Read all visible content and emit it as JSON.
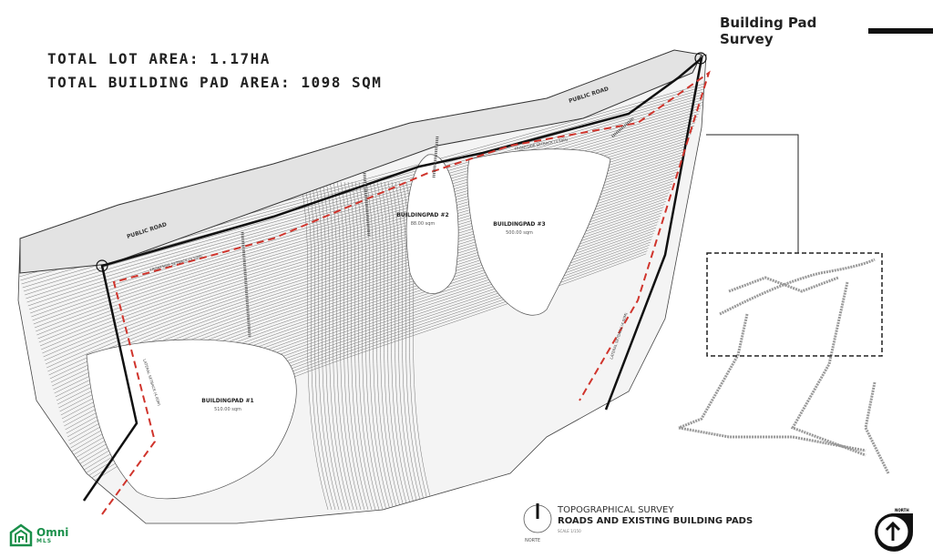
{
  "header": {
    "title": "Building Pad Survey"
  },
  "summary": {
    "total_lot_area": "TOTAL LOT AREA: 1.17HA",
    "total_pad_area": "TOTAL BUILDING PAD AREA: 1098 SQM"
  },
  "map": {
    "road_label_1": "PUBLIC ROAD",
    "road_label_2": "PUBLIC ROAD",
    "front_setback_1": "FRONTSIDE SETBACK (3.50M)",
    "front_setback_2": "FRONTSIDE SETBACK (3.50M)",
    "lateral_setback_1": "LATERAL SETBACK (4.00M)",
    "lateral_setback_2": "LATERAL SETBACK (4.00M)",
    "pads": [
      {
        "name": "BUILDINGPAD #1",
        "area": "510.00 sqm"
      },
      {
        "name": "BUILDINGPAD #2",
        "area": "88.00 sqm"
      },
      {
        "name": "BUILDINGPAD #3",
        "area": "500.00 sqm"
      }
    ],
    "colors": {
      "property_line": "#111111",
      "setback_line": "#d0342c",
      "road_fill": "#e6e6e6"
    }
  },
  "legend": {
    "subtitle": "TOPOGRAPHICAL SURVEY",
    "title": "ROADS AND EXISTING BUILDING PADS",
    "scale": "SCALE 1/150",
    "norte": "NORTE"
  },
  "north_arrow": {
    "label": "NORTH"
  },
  "logo": {
    "name": "Omni",
    "sub": "MLS",
    "color": "#1a8f4a"
  }
}
